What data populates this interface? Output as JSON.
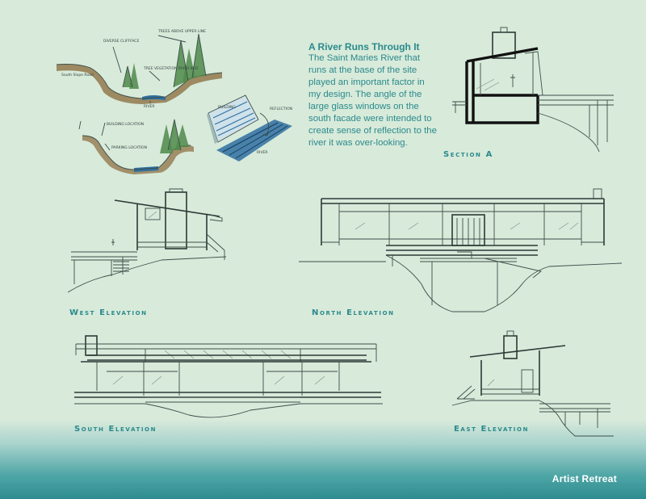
{
  "story": {
    "title": "A River Runs Through It",
    "body": "The Saint Maries River that runs at the base of the site played an important factor in my design. The angle of the large glass windows on the south facade were intended to create sense of reflection to the river it was over-looking."
  },
  "labels": {
    "section_a": "Section A",
    "west": "West Elevation",
    "north": "North Elevation",
    "south": "South Elevation",
    "east": "East Elevation"
  },
  "brand": "Artist Retreat",
  "sketch_notes": {
    "note1": "DIVERSE CLIFFFACE",
    "note2": "TREES ABOVE UPPER LINE",
    "note3": "TREE VEGETATION RIVER BED",
    "note4": "South Slope Road",
    "note5": "RIVER",
    "note6": "BUILDING LOCATION",
    "note7": "PARKING LOCATION",
    "note8": "BUILDING",
    "note9": "REFLECTION",
    "note10": "RIVER"
  },
  "colors": {
    "background": "#d8eada",
    "accent": "#2a8a8c",
    "footer_dark": "#2d8c90",
    "water": "#2f6fa0",
    "trees": "#4f8a4a",
    "earth": "#8a6a3a"
  }
}
